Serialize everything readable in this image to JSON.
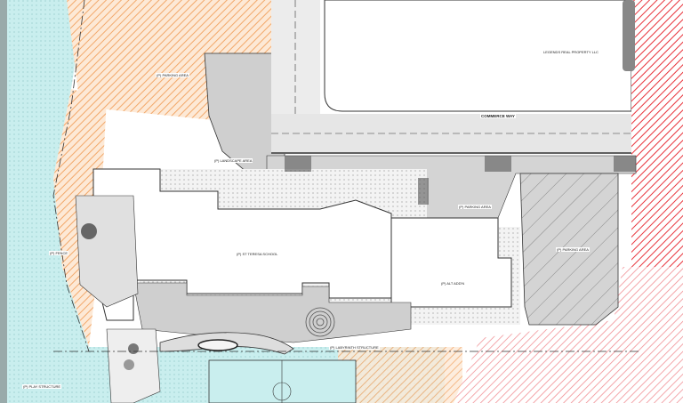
{
  "drawing": {
    "road_label": "COMMERCE WAY",
    "adjacent_parcel": "LEGENDS REAL PROPERTY LLC",
    "school_label": "(P) ST TERESA SCHOOL",
    "addition_label": "(P) ALT ADD'N",
    "labyrinth_label": "(P) LABYRINTH STRUCTURE",
    "parking_north_label": "(P) PARKING AREA",
    "parking_east_label": "(P) PARKING AREA",
    "parking_west_label": "(P) PARKING AREA",
    "landscape_label": "(P) LANDSCAPE AREA",
    "play_label": "(P) PLAY STRUCTURE",
    "fence_label": "(P) FENCE"
  },
  "colors": {
    "easement_orange": "#f5b27a",
    "wetland_cyan": "#c9eeee",
    "offsite_red": "#e8323a",
    "paving_gray": "#cfcfcf",
    "building_white": "#ffffff"
  }
}
